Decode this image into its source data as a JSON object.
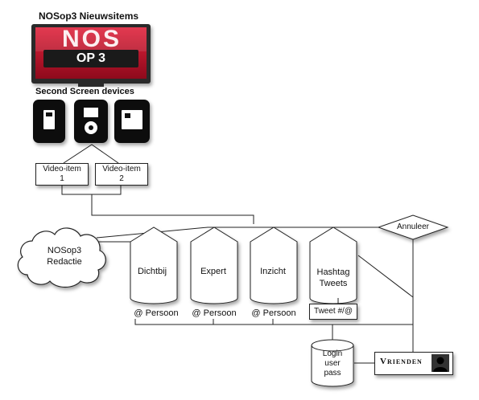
{
  "title": "NOSop3 Nieuwsitems",
  "logo": {
    "line1": "NOS",
    "line2": "OP 3"
  },
  "devices_label": "Second Screen devices",
  "devices": [
    {
      "icon": "phone-icon"
    },
    {
      "icon": "ipod-icon"
    },
    {
      "icon": "tablet-icon"
    }
  ],
  "video_items": [
    {
      "line1": "Video-item",
      "line2": "1"
    },
    {
      "line1": "Video-item",
      "line2": "2"
    }
  ],
  "annuleer": "Annuleer",
  "redactie": {
    "line1": "NOSop3",
    "line2": "Redactie"
  },
  "silos": [
    {
      "line1": "Dichtbij",
      "line2": ""
    },
    {
      "line1": "Expert",
      "line2": ""
    },
    {
      "line1": "Inzicht",
      "line2": ""
    },
    {
      "line1": "Hashtag",
      "line2": "Tweets"
    }
  ],
  "persoon_labels": [
    "@ Persoon",
    "@ Persoon",
    "@ Persoon"
  ],
  "tweet_box": "Tweet #/@",
  "login": {
    "line1": "Login",
    "line2": "user",
    "line3": "pass"
  },
  "vrienden": {
    "label": "Vrienden",
    "icon": "user-silhouette-icon"
  },
  "colors": {
    "tv_red": "#c8102e",
    "line": "#222222",
    "device_bg": "#111111"
  }
}
